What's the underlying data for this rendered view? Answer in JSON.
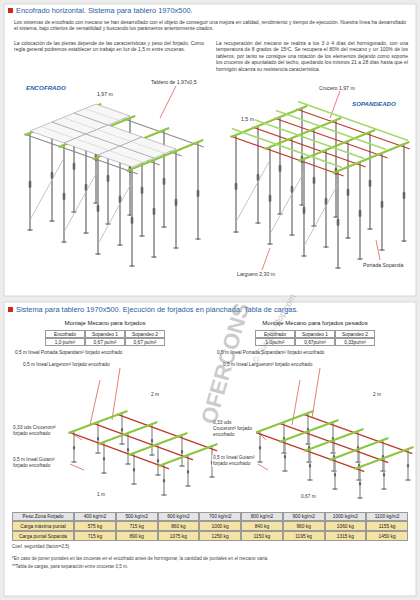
{
  "diagram": {
    "title": "Encofrado horizontal. Sistema para tablero 1970x500.",
    "labels": [
      "Los sistemas de encofrado con mecano se han desarrollado con el objeto de conseguir una mejora en calidad, rendimiento y tiempo de ejecución. Nuestra línea ha desarrollado el sistema, bajo criterios de versatilidad y buscando los parámetros anteriormente citados.",
      "La colocación de las piezas depende de las características y peso del forjado. Como regla general podremos establecer un trabajo en luz de 1,5 m entre cruceras.",
      "La recuperación del mecano se realiza a los 3 ó 4 días del hormigonado, con una temperatura de 8 grados de 15ºC. Se recupera el 80% del mecano y un 100% de los tableros, por tanto se consigue una rotación de los elementos dejando como soporte los cruceros de apuntalado del techo, quedando los mismos 21 a 28 días hasta que el hormigón alcanza su resistencia característica.",
      "ENCOFRADO",
      "SOPANDEADO",
      "Tablero de 1,97x0,5",
      "1,97 m",
      "Crucero 1,97 m",
      "1,5 m",
      "Larguero 2,30 m",
      "Portada Sopanda",
      "Sistema para tablero 1970x500. Ejecución de forjados en planchada. Tabla de cargas.",
      "Montaje Mecano para forjados",
      "Montaje Mecano para forjados pesados",
      "Encofrado",
      "Sopandeo 1",
      "Sopandeo 2",
      "1,0 pu/m²",
      "0,67 pu/m²",
      "0,67 pu/m²",
      "Encofrado",
      "Sopandeo 1",
      "Sopandeo 2",
      "1,0pu/m²",
      "0,67pu/m²",
      "0,33pu/m²",
      "0,5 m lineal Portada Sopandam² forjado encofrado",
      "0,5 m lineal Largerom² forjado encofrado",
      "2 m",
      "0,33 uds Cruceronr² forjado encofrado",
      "0,5 m lineal Guiam² forjado encofrado",
      "1 m",
      "0,5 m lineal Portada Sopandam² forjado encofrado",
      "0,5 m lineal Larguerom² forjado encofrado",
      "2 m",
      "0,33 uds Cruceronr² forjado encofrado",
      "0,5 m lineal Guiam² forjado encofrado",
      "0,67 m",
      "Peso Zona Forjado",
      "400 kg/m2",
      "500 kg/m2",
      "600 kg/m2",
      "700 kg/m2",
      "800 kg/m2",
      "900 kg/m2",
      "1000 kg/m2",
      "1100 kg/m2",
      "Carga máxima puntal",
      "575 kg",
      "715 kg",
      "860 kg",
      "1000 kg",
      "840 kg",
      "960 kg",
      "1060 kg",
      "1155 kg",
      "Carga puntal Sopanda",
      "715 kg",
      "890 kg",
      "1075 kg",
      "1250 kg",
      "1150 kg",
      "1195 kg",
      "1315 kg",
      "1450 kg",
      "Coef. seguridad (factor=2,5)",
      "*En caso de poner puntales en las cruceras en el encofrado antes de hormigonar, la cantidad de puntales en el mecano varía.",
      "**Tabla de cargas, para separación entre cruceras 0,5 m.",
      "OFERCONS",
      "© Europe-Mop.com"
    ]
  }
}
